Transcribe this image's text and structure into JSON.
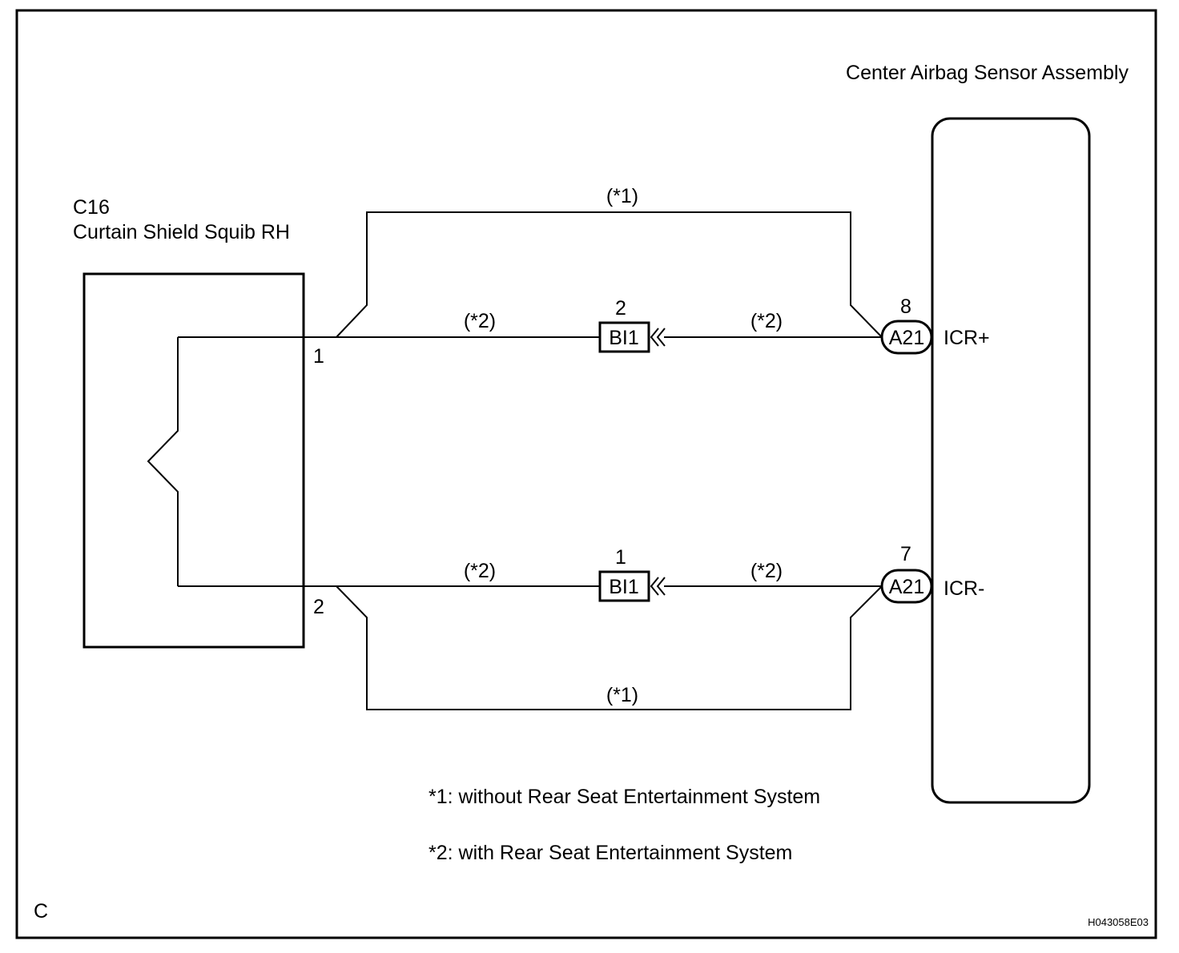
{
  "ecu": {
    "name": "Center Airbag Sensor Assembly",
    "connector": "A21",
    "pins": [
      {
        "number": "8",
        "signal": "ICR+"
      },
      {
        "number": "7",
        "signal": "ICR-"
      }
    ]
  },
  "squib": {
    "code": "C16",
    "name": "Curtain Shield Squib RH",
    "pins": [
      "1",
      "2"
    ]
  },
  "junction": {
    "connector": "BI1",
    "pins": [
      "2",
      "1"
    ]
  },
  "wire_notes": {
    "without_rse": "(*1)",
    "with_rse": "(*2)"
  },
  "legend": [
    "*1: without Rear Seat Entertainment System",
    "*2: with Rear Seat Entertainment System"
  ],
  "corner_code": "C",
  "figure_id": "H043058E03"
}
